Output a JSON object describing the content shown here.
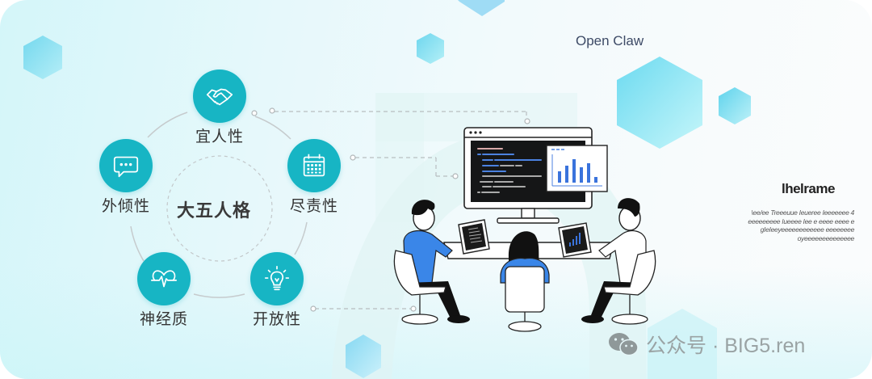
{
  "diagram": {
    "center_title": "大五人格",
    "nodes": [
      {
        "id": "agreeableness",
        "label": "宜人性",
        "icon": "handshake-icon"
      },
      {
        "id": "conscientiousness",
        "label": "尽责性",
        "icon": "calendar-icon"
      },
      {
        "id": "openness",
        "label": "开放性",
        "icon": "lightbulb-icon"
      },
      {
        "id": "neuroticism",
        "label": "神经质",
        "icon": "heartbeat-icon"
      },
      {
        "id": "extraversion",
        "label": "外倾性",
        "icon": "chat-bubble-icon"
      }
    ]
  },
  "brand": {
    "title": "Open Claw"
  },
  "side_panel": {
    "title": "lhelrame",
    "text": "\\ee/ee Treeeuue Ieueree Ieeeeeee 4 eeeeeeeee Iueeee Iee e eeee eeee e gIeIeeyeeeeeeeeeeee eeeeeeee oyeeeeeeeeeeeeee"
  },
  "illustration": {
    "description": "Three people at laptops around a table facing a large monitor with code and a bar chart",
    "monitor_chart_bars": [
      4,
      6,
      8,
      5,
      7,
      2
    ]
  },
  "watermark": {
    "icon": "wechat-icon",
    "text": "公众号 · BIG5.ren"
  },
  "colors": {
    "accent_teal": "#17b5c4",
    "hexagon_cyan": "#7fdcef",
    "illustration_blue": "#3a86e8",
    "text_dark": "#333333",
    "brand_text": "#3d4a66",
    "watermark_gray": "#9aa3a4"
  }
}
